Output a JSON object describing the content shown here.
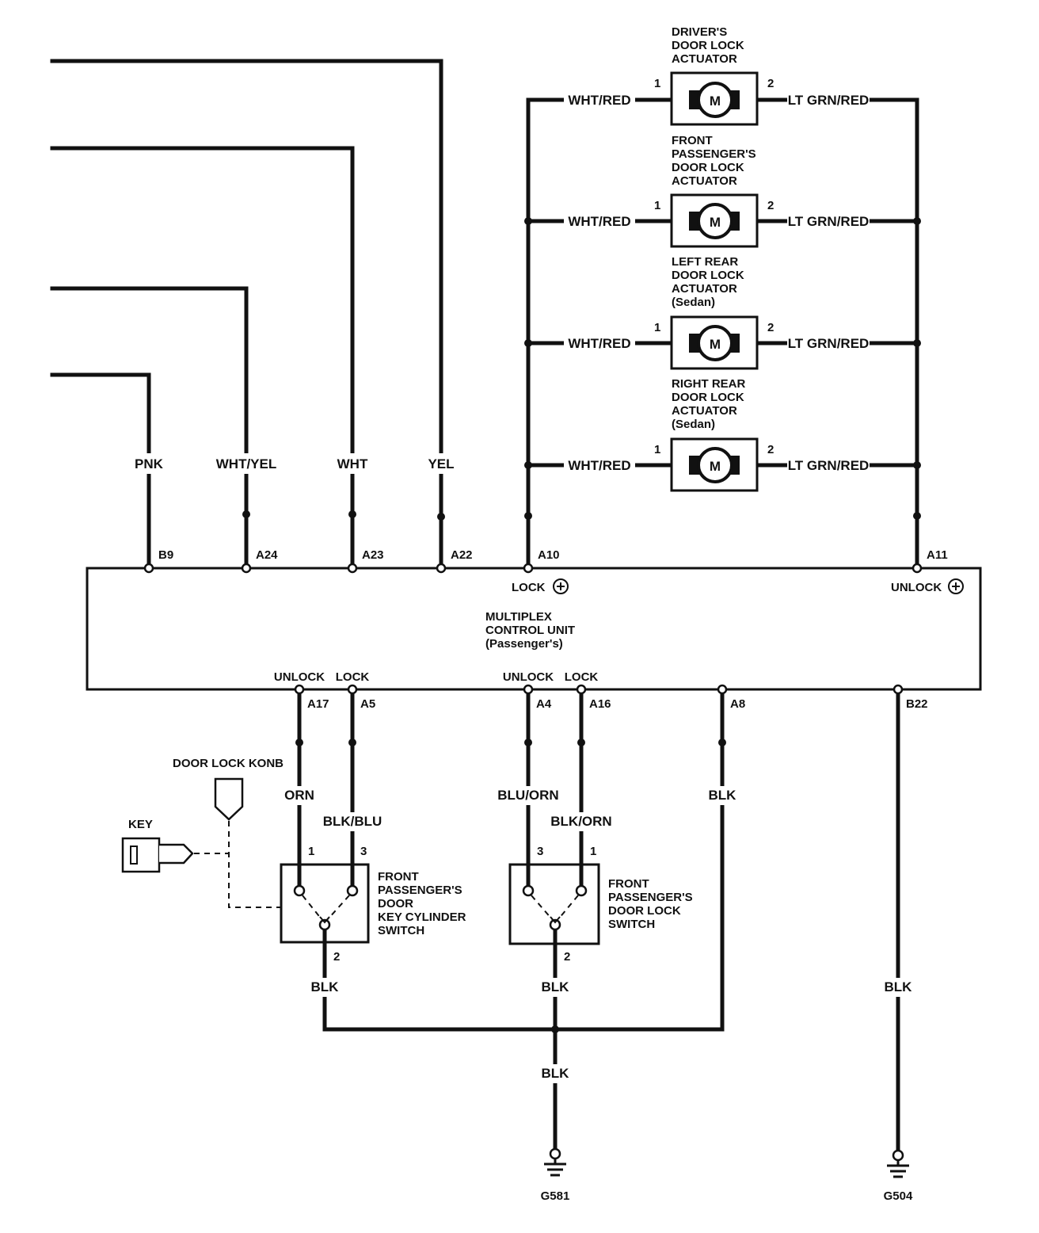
{
  "actuators": [
    {
      "title": [
        "DRIVER'S",
        "DOOR LOCK",
        "ACTUATOR"
      ],
      "symbol": "M",
      "pin1": "1",
      "pin2": "2",
      "wire_left": "WHT/RED",
      "wire_right": "LT GRN/RED"
    },
    {
      "title": [
        "FRONT",
        "PASSENGER'S",
        "DOOR LOCK",
        "ACTUATOR"
      ],
      "symbol": "M",
      "pin1": "1",
      "pin2": "2",
      "wire_left": "WHT/RED",
      "wire_right": "LT GRN/RED"
    },
    {
      "title": [
        "LEFT REAR",
        "DOOR LOCK",
        "ACTUATOR",
        "(Sedan)"
      ],
      "symbol": "M",
      "pin1": "1",
      "pin2": "2",
      "wire_left": "WHT/RED",
      "wire_right": "LT GRN/RED"
    },
    {
      "title": [
        "RIGHT REAR",
        "DOOR LOCK",
        "ACTUATOR",
        "(Sedan)"
      ],
      "symbol": "M",
      "pin1": "1",
      "pin2": "2",
      "wire_left": "WHT/RED",
      "wire_right": "LT GRN/RED"
    }
  ],
  "top_wires": [
    {
      "color": "PNK",
      "terminal": "B9"
    },
    {
      "color": "WHT/YEL",
      "terminal": "A24"
    },
    {
      "color": "WHT",
      "terminal": "A23"
    },
    {
      "color": "YEL",
      "terminal": "A22"
    }
  ],
  "control_unit": {
    "name": [
      "MULTIPLEX",
      "CONTROL UNIT",
      "(Passenger's)"
    ],
    "lock_term": "A10",
    "lock_label": "LOCK",
    "unlock_term": "A11",
    "unlock_label": "UNLOCK",
    "polarity": "+"
  },
  "bottom_terms": [
    {
      "function": "UNLOCK",
      "terminal": "A17",
      "wire": "ORN",
      "pin": "1"
    },
    {
      "function": "LOCK",
      "terminal": "A5",
      "wire": "BLK/BLU",
      "pin": "3"
    },
    {
      "function": "UNLOCK",
      "terminal": "A4",
      "wire": "BLU/ORN",
      "pin": "3"
    },
    {
      "function": "LOCK",
      "terminal": "A16",
      "wire": "BLK/ORN",
      "pin": "1"
    },
    {
      "function": "",
      "terminal": "A8",
      "wire": "BLK",
      "pin": ""
    },
    {
      "function": "",
      "terminal": "B22",
      "wire": "BLK",
      "pin": ""
    }
  ],
  "key_cylinder_switch": {
    "title": [
      "FRONT",
      "PASSENGER'S",
      "DOOR",
      "KEY CYLINDER",
      "SWITCH"
    ],
    "common_pin": "2",
    "common_wire": "BLK"
  },
  "lock_switch": {
    "title": [
      "FRONT",
      "PASSENGER'S",
      "DOOR LOCK",
      "SWITCH"
    ],
    "common_pin": "2",
    "common_wire": "BLK"
  },
  "door_lock_knob": "DOOR LOCK KONB",
  "key": "KEY",
  "ground_wire": "BLK",
  "grounds": [
    "G581",
    "G504"
  ]
}
